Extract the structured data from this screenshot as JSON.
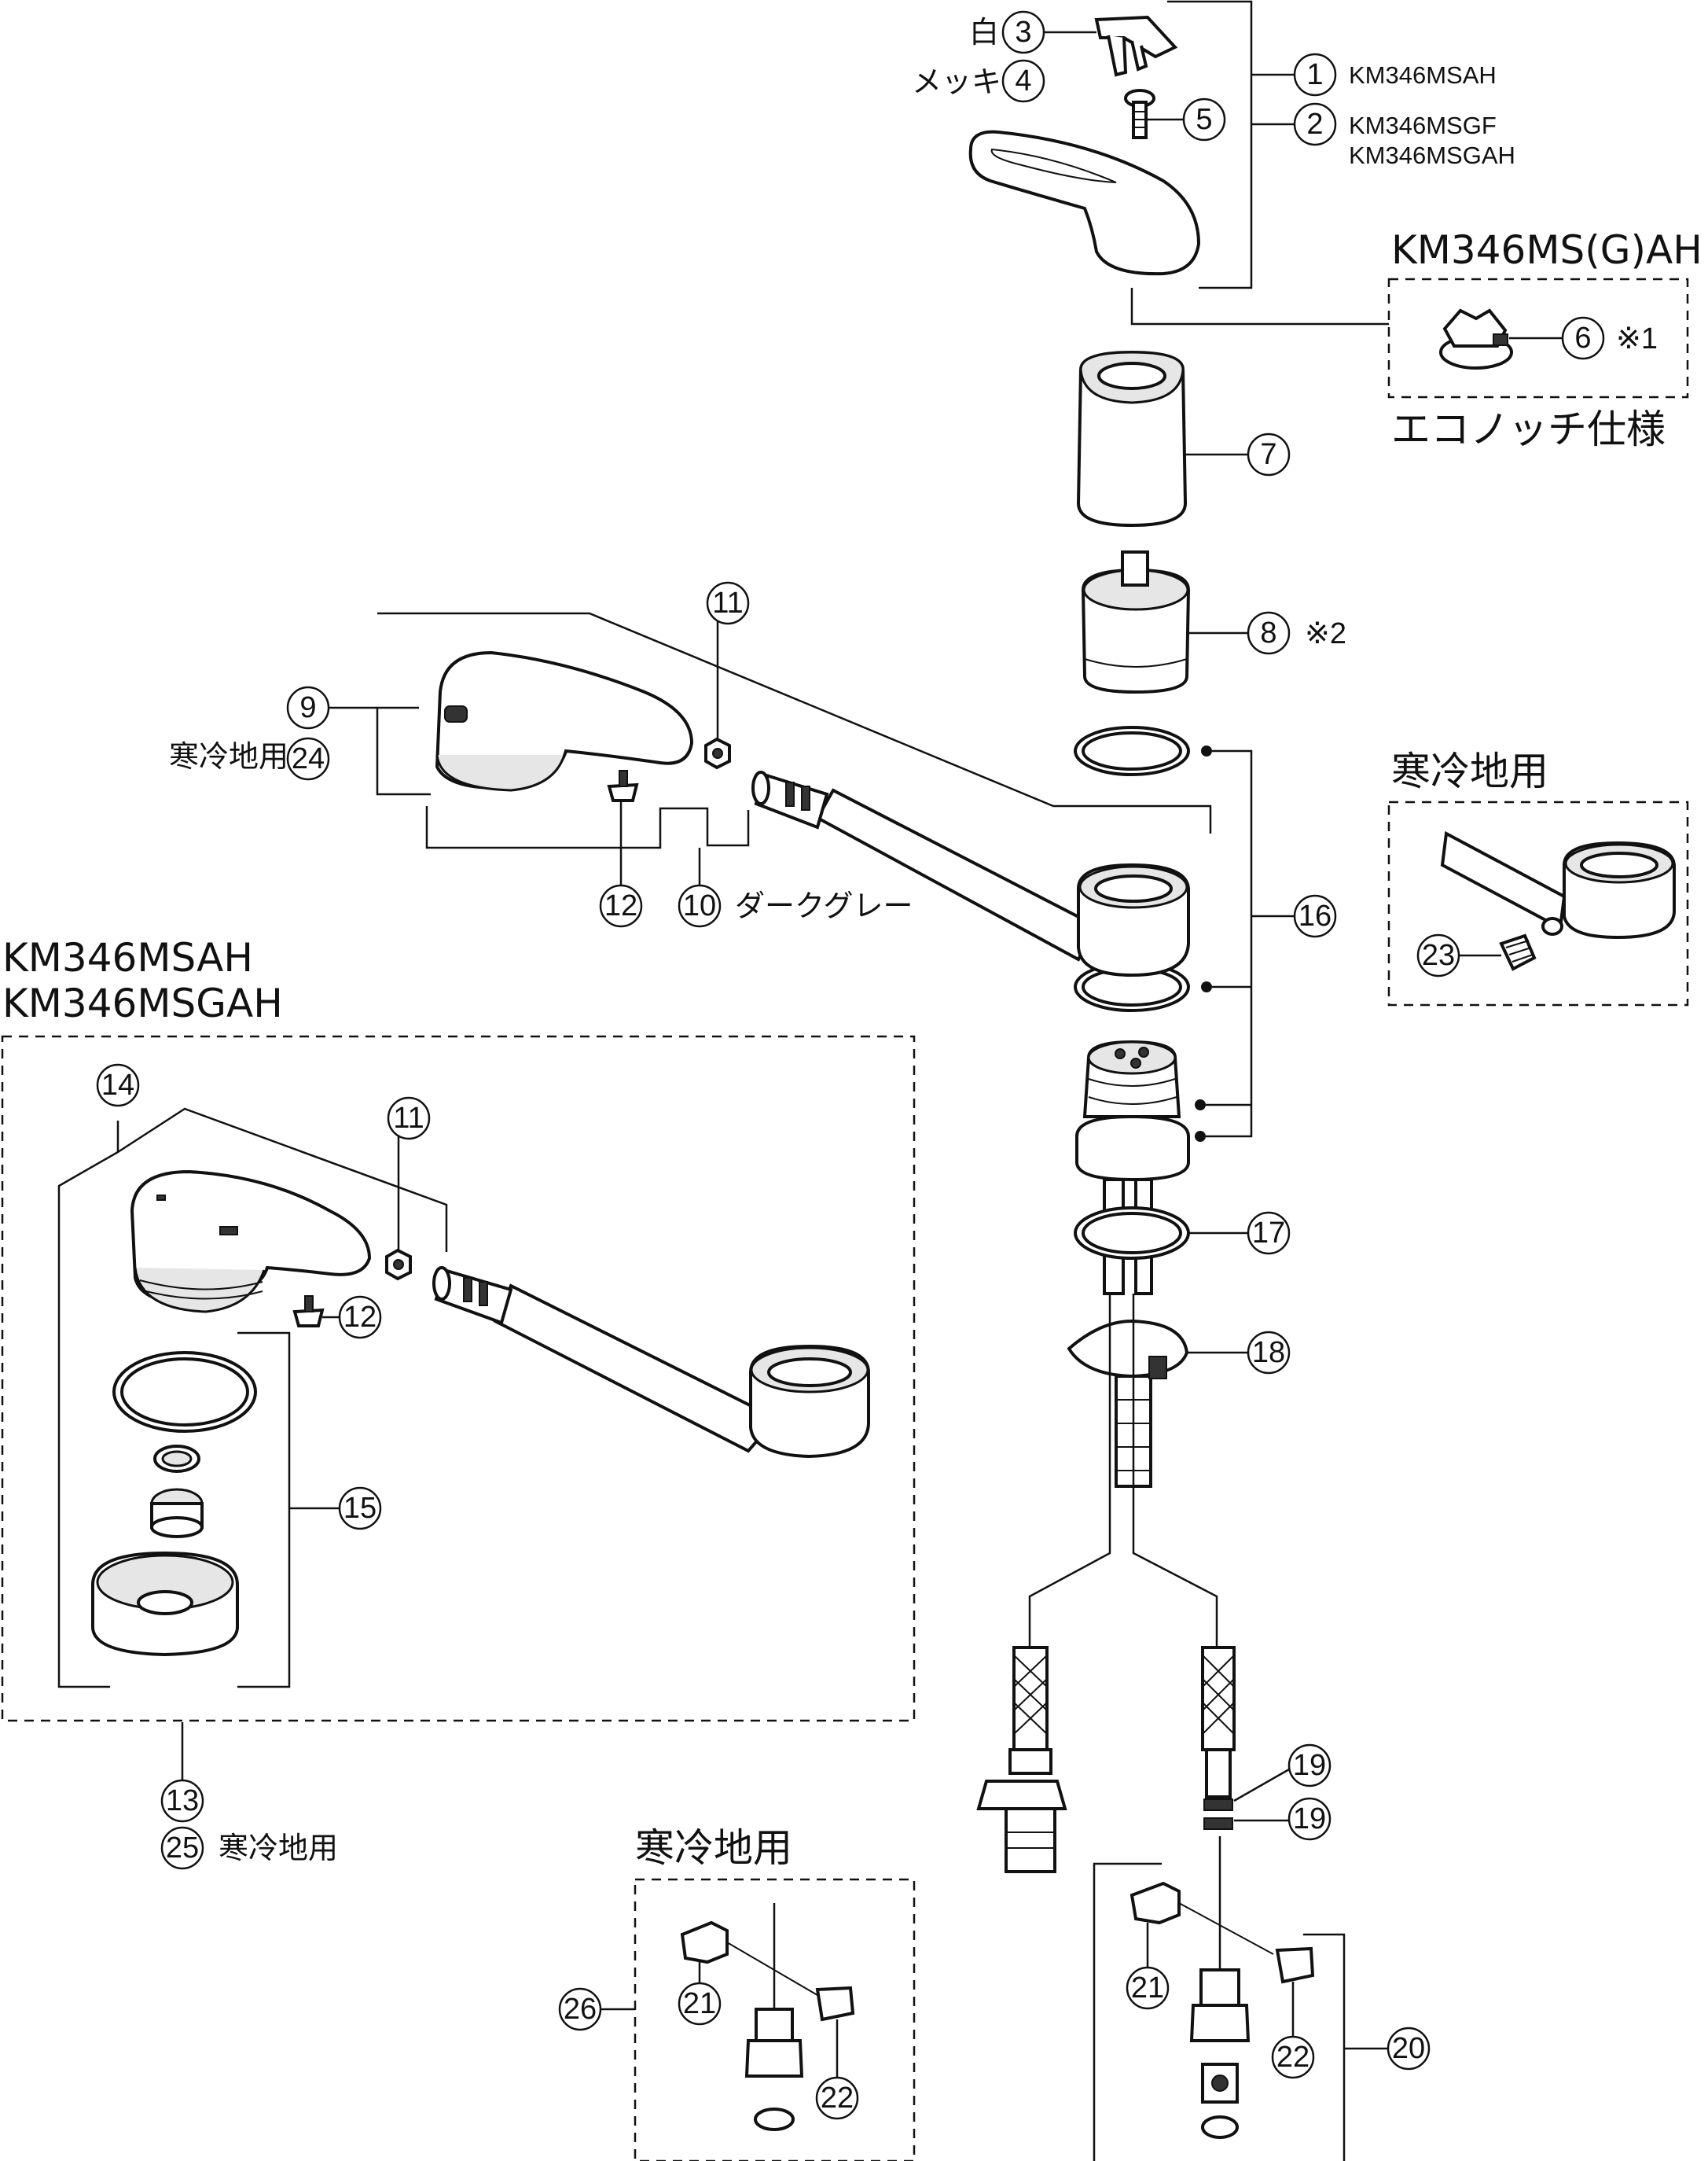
{
  "callouts": {
    "c1": "1",
    "c2": "2",
    "c3": "3",
    "c4": "4",
    "c5": "5",
    "c6": "6",
    "c7": "7",
    "c8": "8",
    "c9": "9",
    "c10": "10",
    "c11a": "11",
    "c11b": "11",
    "c12a": "12",
    "c12b": "12",
    "c13": "13",
    "c14": "14",
    "c15": "15",
    "c16": "16",
    "c17": "17",
    "c18": "18",
    "c19a": "19",
    "c19b": "19",
    "c20": "20",
    "c21a": "21",
    "c21b": "21",
    "c22a": "22",
    "c22b": "22",
    "c23": "23",
    "c24": "24",
    "c25": "25",
    "c26": "26"
  },
  "labels": {
    "white": "白",
    "plating": "メッキ",
    "model1": "KM346MSAH",
    "model2a": "KM346MSGF",
    "model2b": "KM346MSGAH",
    "eco_model": "KM346MS(G)AH",
    "eco_spec": "エコノッチ仕様",
    "note1": "※1",
    "note2": "※2",
    "cold_region_24": "寒冷地用",
    "dark_gray": "ダークグレー",
    "cold_region_box_right": "寒冷地用",
    "shower_models_1": "KM346MSAH",
    "shower_models_2": "KM346MSGAH",
    "cold_region_25": "寒冷地用",
    "cold_region_box_bottom": "寒冷地用"
  },
  "colors": {
    "line": "#111111",
    "fill": "#ffffff",
    "shade": "#e6e6e6"
  }
}
